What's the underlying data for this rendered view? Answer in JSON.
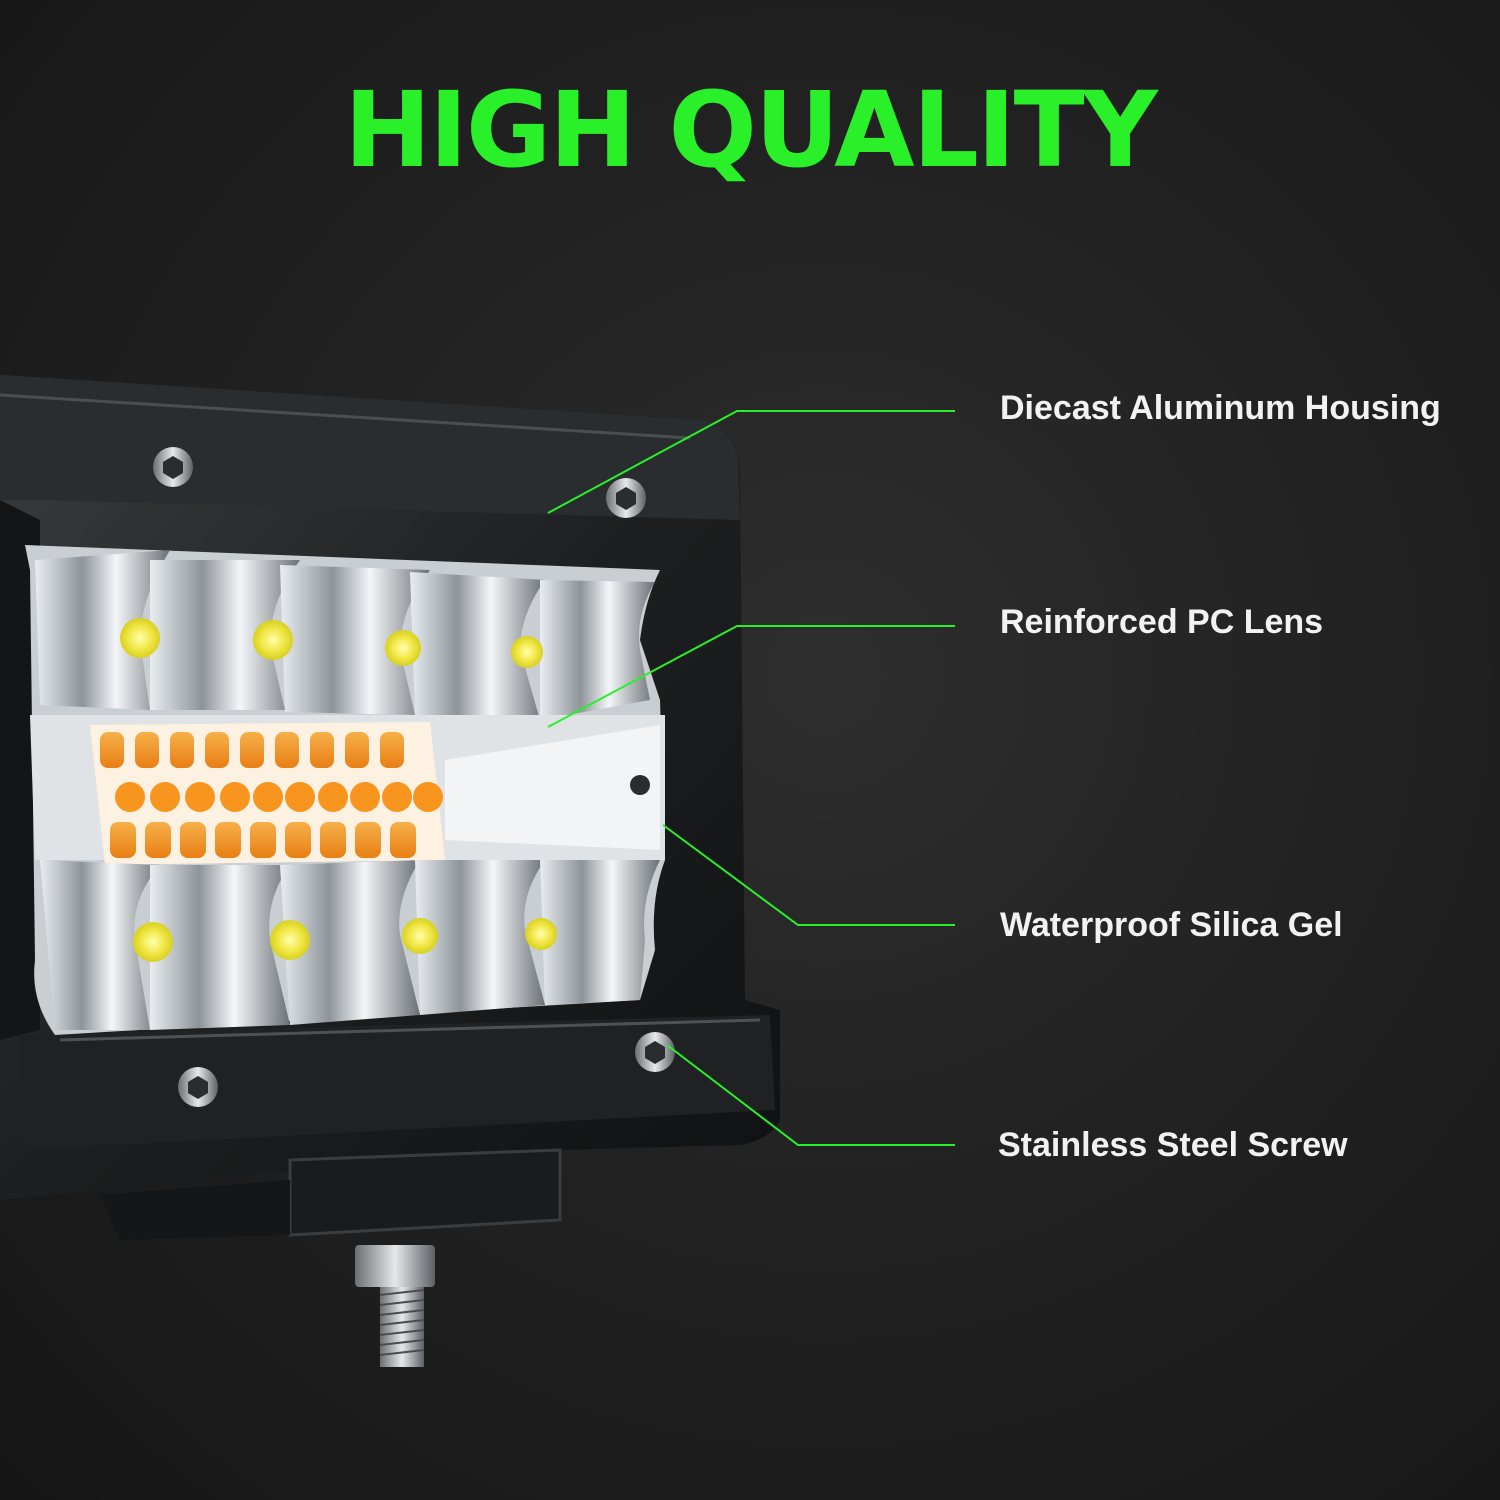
{
  "headline": "HIGH QUALITY",
  "callouts": [
    {
      "label": "Diecast Aluminum Housing"
    },
    {
      "label": "Reinforced PC Lens"
    },
    {
      "label": "Waterproof Silica Gel"
    },
    {
      "label": "Stainless Steel Screw"
    }
  ],
  "colors": {
    "accent": "#29f029",
    "label_text": "#f2f2f2",
    "background": "#222222",
    "housing": "#1c1e1f",
    "amber_led": "#f7951f",
    "white_led": "#f6f06a"
  }
}
